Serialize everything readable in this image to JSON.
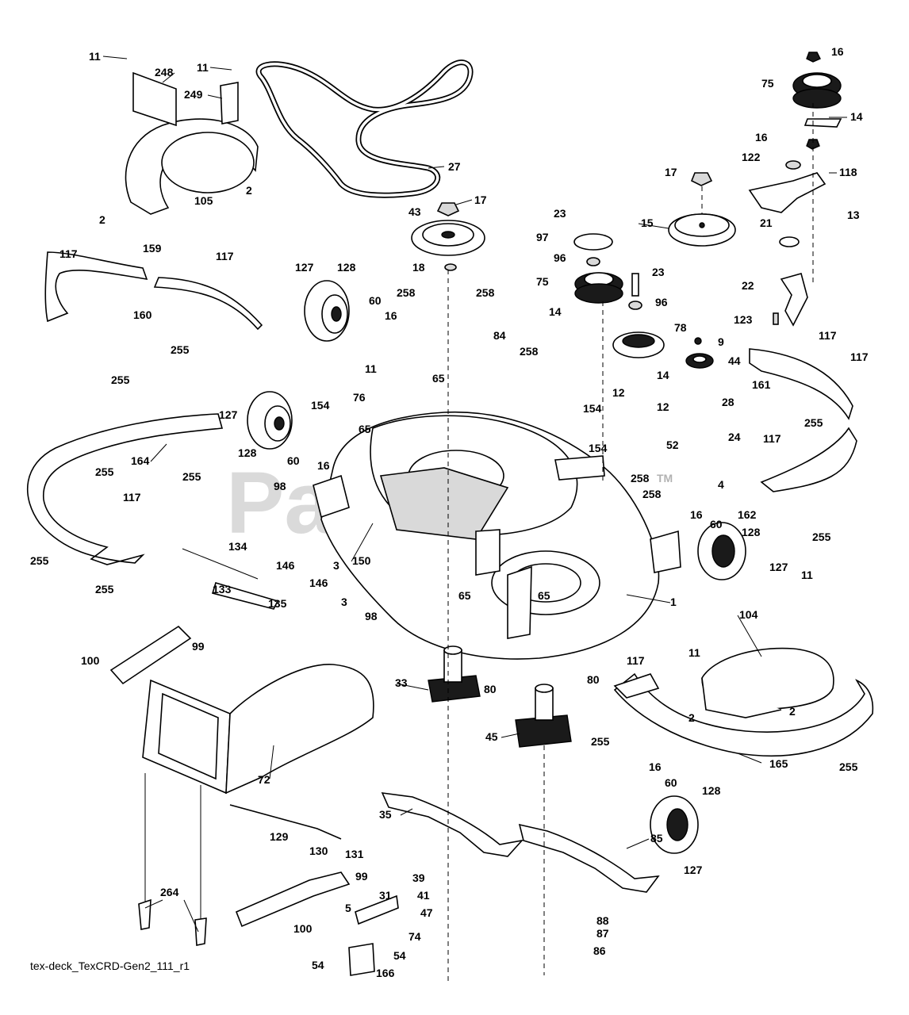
{
  "diagram": {
    "drawing_id": "tex-deck_TexCRD-Gen2_111_r1",
    "watermark": "PartsTree",
    "watermark_tm": "TM",
    "callouts": [
      {
        "n": "11"
      },
      {
        "n": "248"
      },
      {
        "n": "11"
      },
      {
        "n": "249"
      },
      {
        "n": "105"
      },
      {
        "n": "2"
      },
      {
        "n": "2"
      },
      {
        "n": "27"
      },
      {
        "n": "17"
      },
      {
        "n": "43"
      },
      {
        "n": "18"
      },
      {
        "n": "16"
      },
      {
        "n": "75"
      },
      {
        "n": "14"
      },
      {
        "n": "16"
      },
      {
        "n": "122"
      },
      {
        "n": "118"
      },
      {
        "n": "17"
      },
      {
        "n": "15"
      },
      {
        "n": "13"
      },
      {
        "n": "21"
      },
      {
        "n": "23"
      },
      {
        "n": "97"
      },
      {
        "n": "96"
      },
      {
        "n": "75"
      },
      {
        "n": "23"
      },
      {
        "n": "96"
      },
      {
        "n": "22"
      },
      {
        "n": "123"
      },
      {
        "n": "78"
      },
      {
        "n": "9"
      },
      {
        "n": "44"
      },
      {
        "n": "14"
      },
      {
        "n": "14"
      },
      {
        "n": "117"
      },
      {
        "n": "159"
      },
      {
        "n": "117"
      },
      {
        "n": "160"
      },
      {
        "n": "255"
      },
      {
        "n": "255"
      },
      {
        "n": "127"
      },
      {
        "n": "128"
      },
      {
        "n": "60"
      },
      {
        "n": "16"
      },
      {
        "n": "258"
      },
      {
        "n": "258"
      },
      {
        "n": "84"
      },
      {
        "n": "258"
      },
      {
        "n": "11"
      },
      {
        "n": "65"
      },
      {
        "n": "76"
      },
      {
        "n": "117"
      },
      {
        "n": "117"
      },
      {
        "n": "161"
      },
      {
        "n": "255"
      },
      {
        "n": "12"
      },
      {
        "n": "12"
      },
      {
        "n": "28"
      },
      {
        "n": "154"
      },
      {
        "n": "154"
      },
      {
        "n": "24"
      },
      {
        "n": "52"
      },
      {
        "n": "117"
      },
      {
        "n": "4"
      },
      {
        "n": "127"
      },
      {
        "n": "164"
      },
      {
        "n": "128"
      },
      {
        "n": "60"
      },
      {
        "n": "16"
      },
      {
        "n": "65"
      },
      {
        "n": "154"
      },
      {
        "n": "255"
      },
      {
        "n": "255"
      },
      {
        "n": "258"
      },
      {
        "n": "258"
      },
      {
        "n": "162"
      },
      {
        "n": "255"
      },
      {
        "n": "98"
      },
      {
        "n": "16"
      },
      {
        "n": "60"
      },
      {
        "n": "128"
      },
      {
        "n": "117"
      },
      {
        "n": "255"
      },
      {
        "n": "134"
      },
      {
        "n": "3"
      },
      {
        "n": "150"
      },
      {
        "n": "146"
      },
      {
        "n": "146"
      },
      {
        "n": "127"
      },
      {
        "n": "11"
      },
      {
        "n": "133"
      },
      {
        "n": "3"
      },
      {
        "n": "135"
      },
      {
        "n": "65"
      },
      {
        "n": "65"
      },
      {
        "n": "104"
      },
      {
        "n": "255"
      },
      {
        "n": "1"
      },
      {
        "n": "98"
      },
      {
        "n": "100"
      },
      {
        "n": "99"
      },
      {
        "n": "11"
      },
      {
        "n": "117"
      },
      {
        "n": "80"
      },
      {
        "n": "33"
      },
      {
        "n": "80"
      },
      {
        "n": "2"
      },
      {
        "n": "2"
      },
      {
        "n": "45"
      },
      {
        "n": "255"
      },
      {
        "n": "72"
      },
      {
        "n": "165"
      },
      {
        "n": "255"
      },
      {
        "n": "16"
      },
      {
        "n": "60"
      },
      {
        "n": "128"
      },
      {
        "n": "35"
      },
      {
        "n": "129"
      },
      {
        "n": "130"
      },
      {
        "n": "131"
      },
      {
        "n": "85"
      },
      {
        "n": "127"
      },
      {
        "n": "99"
      },
      {
        "n": "264"
      },
      {
        "n": "39"
      },
      {
        "n": "41"
      },
      {
        "n": "47"
      },
      {
        "n": "31"
      },
      {
        "n": "5"
      },
      {
        "n": "88"
      },
      {
        "n": "87"
      },
      {
        "n": "100"
      },
      {
        "n": "74"
      },
      {
        "n": "54"
      },
      {
        "n": "86"
      },
      {
        "n": "54"
      },
      {
        "n": "166"
      }
    ]
  }
}
